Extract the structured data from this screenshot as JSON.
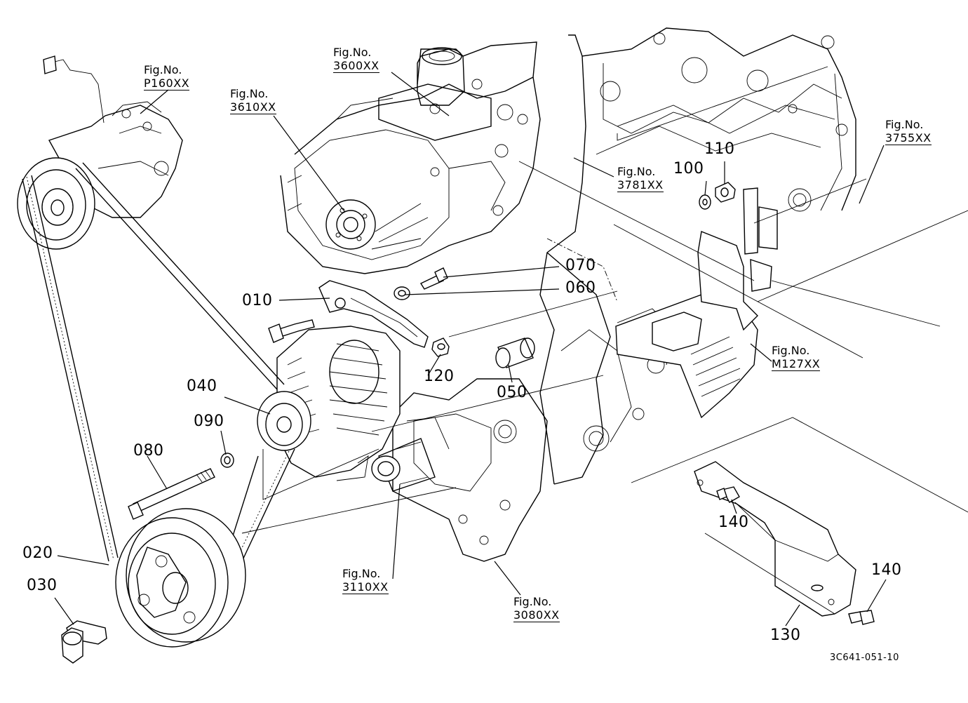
{
  "figure_refs": [
    {
      "id": "p160",
      "prefix": "Fig.No.",
      "ref": "P160XX"
    },
    {
      "id": "3600",
      "prefix": "Fig.No.",
      "ref": "3600XX"
    },
    {
      "id": "3610",
      "prefix": "Fig.No.",
      "ref": "3610XX"
    },
    {
      "id": "3781",
      "prefix": "Fig.No.",
      "ref": "3781XX"
    },
    {
      "id": "3755",
      "prefix": "Fig.No.",
      "ref": "3755XX"
    },
    {
      "id": "m127",
      "prefix": "Fig.No.",
      "ref": "M127XX"
    },
    {
      "id": "3110",
      "prefix": "Fig.No.",
      "ref": "3110XX"
    },
    {
      "id": "3080",
      "prefix": "Fig.No.",
      "ref": "3080XX"
    }
  ],
  "part_numbers": {
    "p010": "010",
    "p020": "020",
    "p030": "030",
    "p040": "040",
    "p050": "050",
    "p060": "060",
    "p070": "070",
    "p080": "080",
    "p090": "090",
    "p100": "100",
    "p110": "110",
    "p120": "120",
    "p130": "130",
    "p140a": "140",
    "p140b": "140"
  },
  "drawing_code": "3C641-051-10"
}
